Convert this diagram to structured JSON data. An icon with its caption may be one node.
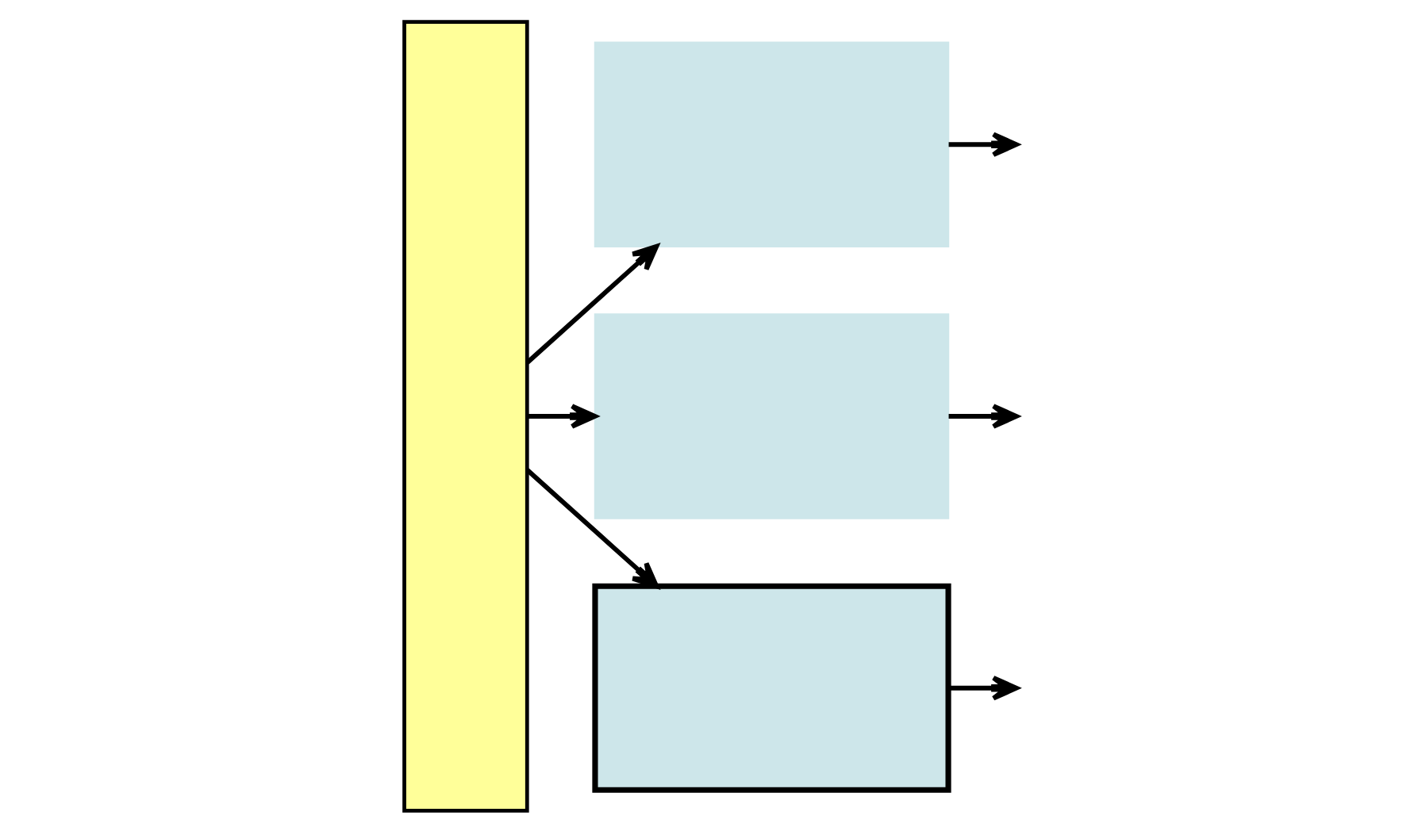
{
  "diagram": {
    "nodes": [
      {
        "text": [],
        "shape": "bar"
      },
      {
        "text": [],
        "shape": "box"
      },
      {
        "text": [],
        "shape": "box"
      },
      {
        "text": [],
        "shape": "box"
      }
    ],
    "edges": [
      {
        "from": 0,
        "to": 1,
        "arrow": "to"
      },
      {
        "from": 0,
        "to": 2,
        "arrow": "to"
      },
      {
        "from": 0,
        "to": 3,
        "arrow": "to"
      },
      {
        "from": 1,
        "to": null,
        "arrow": "to"
      },
      {
        "from": 2,
        "to": null,
        "arrow": "to"
      },
      {
        "from": 3,
        "to": null,
        "arrow": "to"
      }
    ]
  }
}
